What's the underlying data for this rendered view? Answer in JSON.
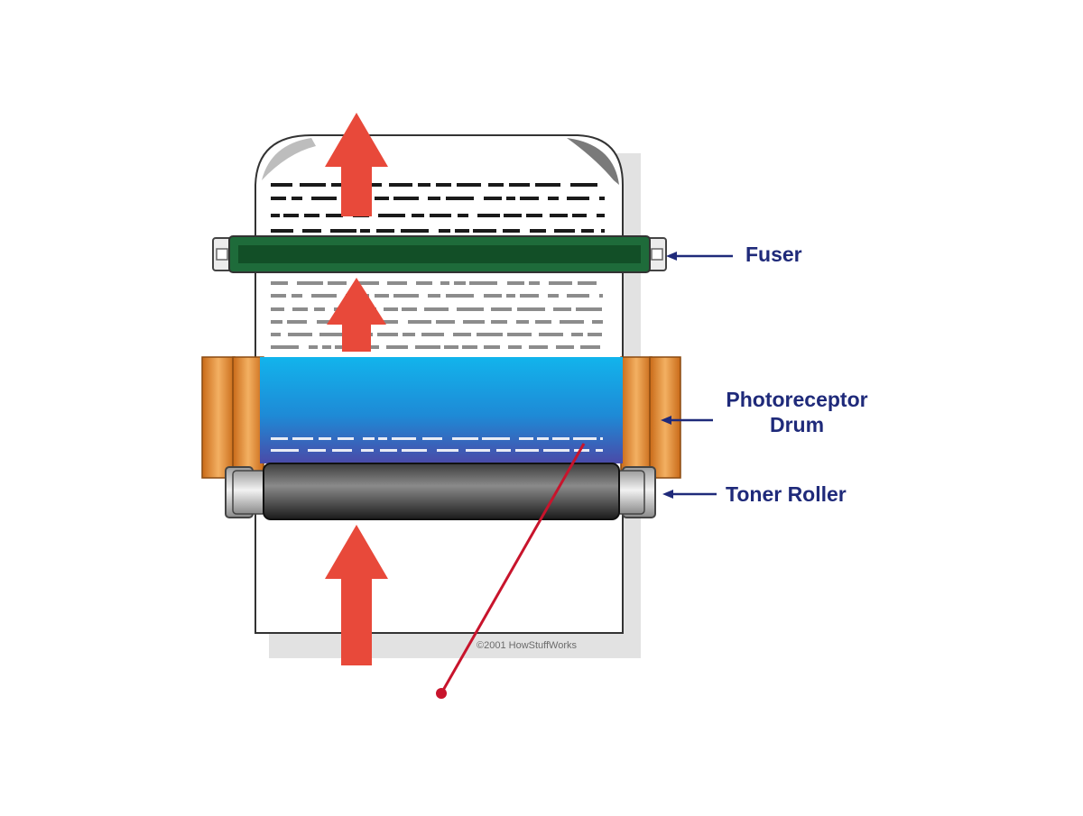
{
  "labels": {
    "fuser": "Fuser",
    "drum_line1": "Photoreceptor",
    "drum_line2": "Drum",
    "toner_roller": "Toner Roller"
  },
  "copyright": "©2001 HowStuffWorks",
  "colors": {
    "fuser": "#1e6b3a",
    "drum_top": "#19b6ea",
    "drum_bottom": "#4a4fb0",
    "drum_caps": "#d9781c",
    "toner_roller": "#2a2a2a",
    "arrows": "#e8493a",
    "label_text": "#1f2a7a",
    "pointer": "#c8142c"
  }
}
